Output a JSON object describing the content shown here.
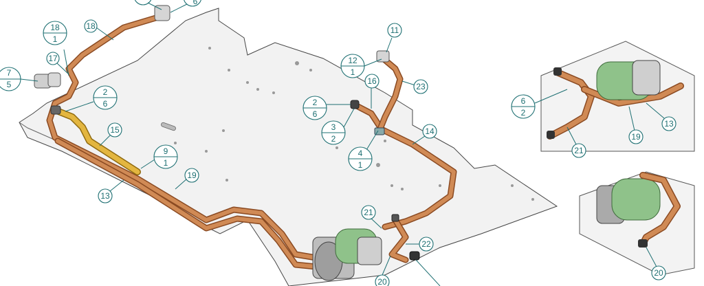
{
  "labels": {
    "b18_top": "18",
    "b18_bot": "1",
    "b17": "17",
    "b7_top": "7",
    "b7_bot": "5",
    "b2a_top": "2",
    "b2a_bot": "6",
    "b15": "15",
    "b9_top": "9",
    "b9_bot": "1",
    "b13a": "13",
    "b19a": "19",
    "b11": "11",
    "b12_top": "12",
    "b12_bot": "1",
    "b16": "16",
    "b23": "23",
    "b2b_top": "2",
    "b2b_bot": "6",
    "b3_top": "3",
    "b3_bot": "2",
    "b4_top": "4",
    "b4_bot": "1",
    "b14": "14",
    "b21a": "21",
    "b22": "22",
    "b20a": "20",
    "b6_top": "6",
    "b6_bot": "2",
    "b19b": "19",
    "b13b": "13",
    "b21b": "21",
    "b20b": "20",
    "b_top_right": "6"
  },
  "colors": {
    "accent": "#1d6f72",
    "copper": "#c67a45",
    "copper_dark": "#8a4a22",
    "yellow_pipe": "#d4a532",
    "motor_green": "#8fc28a",
    "plate": "#f2f2f2"
  }
}
